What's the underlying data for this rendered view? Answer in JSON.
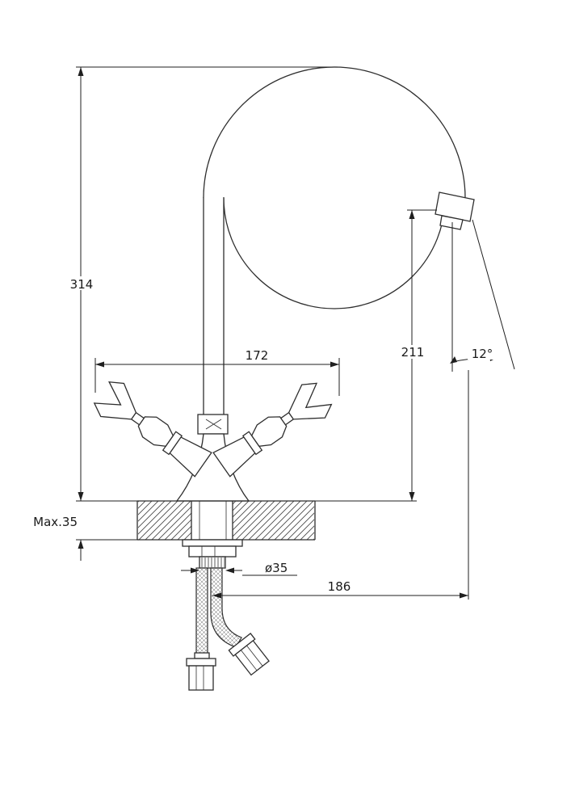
{
  "page": {
    "background": "#ffffff",
    "line_color": "#2e2e2e",
    "dim_color": "#1f1f1f"
  },
  "drawing": {
    "type": "faucet-installation-dimension-drawing",
    "dims": {
      "total_height": "314",
      "handle_span": "172",
      "spout_outlet_height": "211",
      "spout_angle": "12°",
      "max_deck_thickness": "Max.35",
      "mounting_hole_diameter": "ø35",
      "spout_reach": "186"
    }
  }
}
